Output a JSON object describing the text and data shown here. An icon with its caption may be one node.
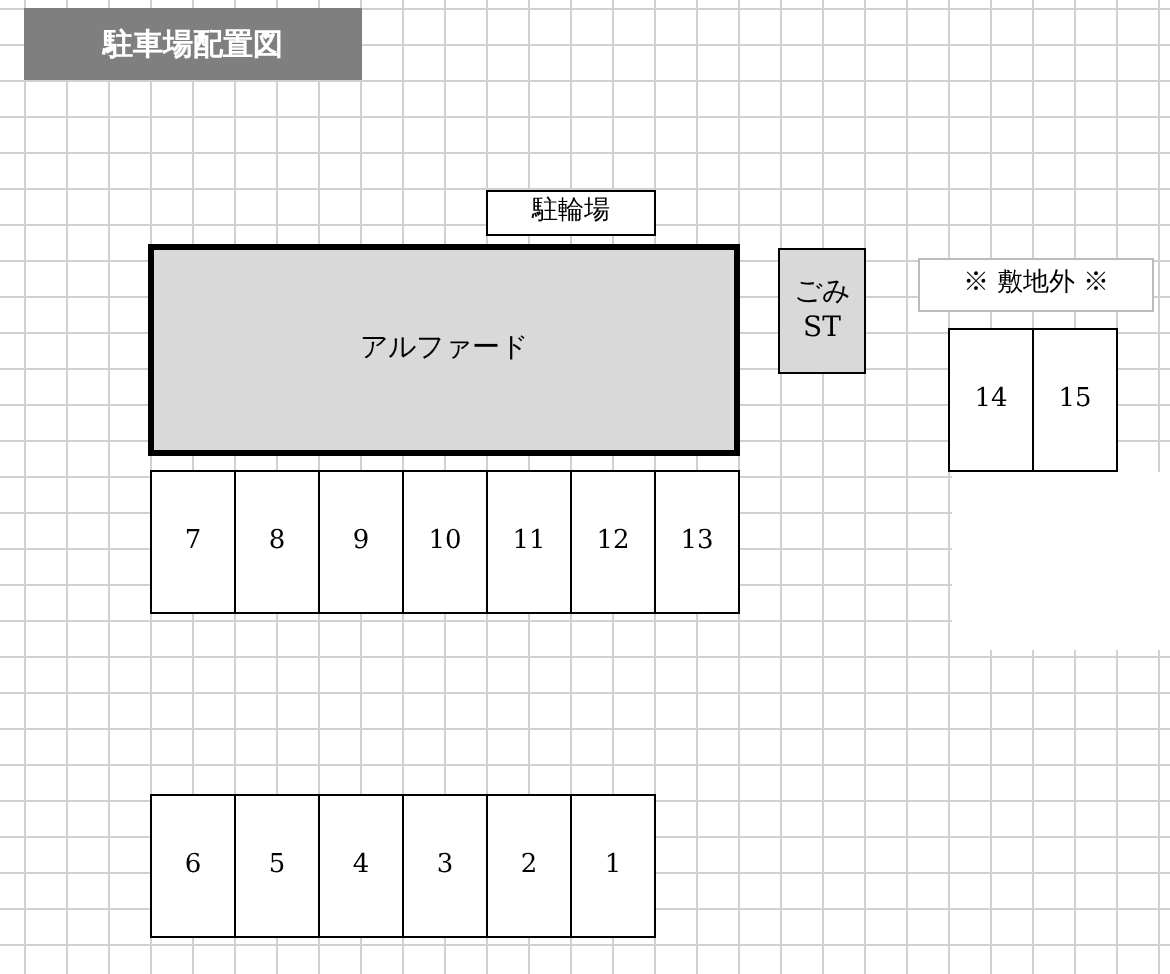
{
  "diagram": {
    "title": "駐車場配置図",
    "nodes": [
      {
        "text": [
          "駐輪場"
        ]
      },
      {
        "text": [
          "アルファード"
        ]
      },
      {
        "text": [
          "ごみ ST"
        ]
      },
      {
        "text": [
          "※ 敷地外 ※"
        ]
      },
      {
        "text": [
          "14"
        ]
      },
      {
        "text": [
          "15"
        ]
      },
      {
        "text": [
          "7"
        ]
      },
      {
        "text": [
          "8"
        ]
      },
      {
        "text": [
          "9"
        ]
      },
      {
        "text": [
          "10"
        ]
      },
      {
        "text": [
          "11"
        ]
      },
      {
        "text": [
          "12"
        ]
      },
      {
        "text": [
          "13"
        ]
      },
      {
        "text": [
          "6"
        ]
      },
      {
        "text": [
          "5"
        ]
      },
      {
        "text": [
          "4"
        ]
      },
      {
        "text": [
          "3"
        ]
      },
      {
        "text": [
          "2"
        ]
      },
      {
        "text": [
          "1"
        ]
      }
    ]
  }
}
